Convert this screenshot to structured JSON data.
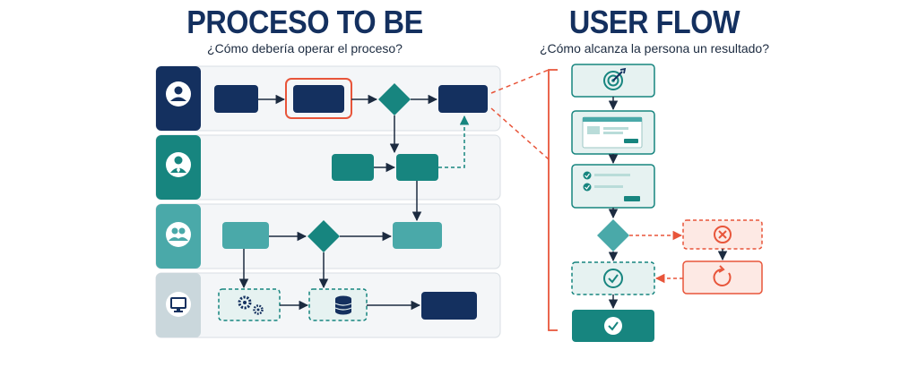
{
  "left_panel": {
    "title": "PROCESO TO BE",
    "subtitle": "¿Cómo debería operar el proceso?",
    "lanes": [
      {
        "icon": "user-icon",
        "color": "#14305f"
      },
      {
        "icon": "person-tie-icon",
        "color": "#17857f"
      },
      {
        "icon": "group-icon",
        "color": "#4aa9a9"
      },
      {
        "icon": "monitor-icon",
        "color": "#cad7dc"
      }
    ]
  },
  "right_panel": {
    "title": "USER FLOW",
    "subtitle": "¿Cómo alcanza la persona un resultado?",
    "steps": [
      {
        "icon": "target-icon"
      },
      {
        "icon": "form-screen-icon"
      },
      {
        "icon": "checklist-icon"
      },
      {
        "icon": "decision-diamond"
      },
      {
        "icon": "check-circle-icon",
        "style": "dashed"
      },
      {
        "icon": "check-circle-icon",
        "style": "solid"
      }
    ],
    "error_branch": [
      {
        "icon": "error-x-icon"
      },
      {
        "icon": "retry-icon"
      }
    ]
  },
  "colors": {
    "navy": "#14305f",
    "teal": "#17857f",
    "teal_light": "#4aa9a9",
    "light_fill": "#e6f2f1",
    "highlight": "#e8553a"
  }
}
